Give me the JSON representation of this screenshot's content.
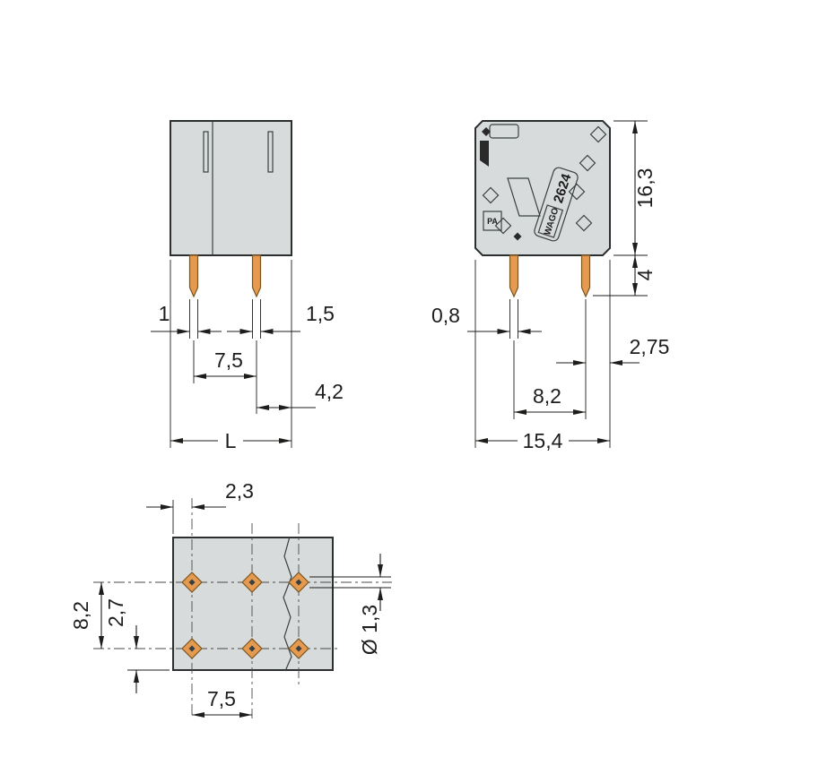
{
  "drawing": {
    "front_view": {
      "dim_pin_width": "1",
      "dim_pin_width_right": "1,5",
      "dim_pin_pitch": "7,5",
      "dim_pin_to_edge": "4,2",
      "dim_overall_width": "L"
    },
    "side_view": {
      "dim_height": "16,3",
      "dim_pin_length": "4",
      "dim_pin_thickness": "0,8",
      "dim_pin_to_edge": "2,75",
      "dim_pin_spacing": "8,2",
      "dim_depth": "15,4",
      "marking_brand": "WAGO",
      "marking_series": "2624",
      "marking_material": "PA"
    },
    "bottom_view": {
      "dim_pad_edge_offset": "2,3",
      "dim_row_spacing": "8,2",
      "dim_row_to_edge": "2,7",
      "dim_pad_pitch": "7,5",
      "dim_hole_diameter": "Ø 1,3"
    },
    "colors": {
      "body_fill": "#d7dbdb",
      "pin_fill": "#e59a50",
      "line": "#1d1d1b"
    }
  }
}
